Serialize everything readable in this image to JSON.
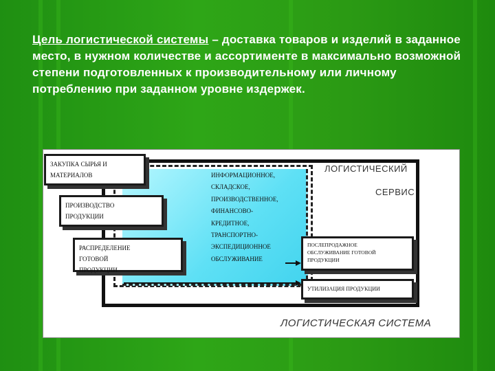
{
  "heading": {
    "term": "Цель логистической системы",
    "rest": " – доставка товаров и изделий в заданное место, в нужном количестве и ассортименте в максимально возможной степени подготовленных к производительному или личному потреблению при заданном уровне издержек."
  },
  "diagram": {
    "box_purchase": "ЗАКУПКА СЫРЬЯ И\nМАТЕРИАЛОВ",
    "box_production": "ПРОИЗВОДСТВО\nПРОДУКЦИИ",
    "box_distribution": "РАСПРЕДЕЛЕНИЕ\nГОТОВОЙ\nПРОДУКЦИИ",
    "service_label_1": "ЛОГИСТИЧЕСКИЙ",
    "service_label_2": "СЕРВИС",
    "service_list": [
      "ИНФОРМАЦИОННОЕ,",
      "СКЛАДСКОЕ,",
      "ПРОИЗВОДСТВЕННОЕ,",
      "ФИНАНСОВО-",
      "КРЕДИТНОЕ,",
      "ТРАНСПОРТНО-",
      "ЭКСПЕДИЦИОННОЕ",
      "ОБСЛУЖИВАНИЕ"
    ],
    "box_postsale": "ПОСЛЕПРОДАЖНОЕ\nОБСЛУЖИВАНИЕ ГОТОВОЙ\nПРОДУКЦИИ",
    "box_utilization": "УТИЛИЗАЦИЯ ПРОДУКЦИИ",
    "system_label": "ЛОГИСТИЧЕСКАЯ СИСТЕМА"
  }
}
